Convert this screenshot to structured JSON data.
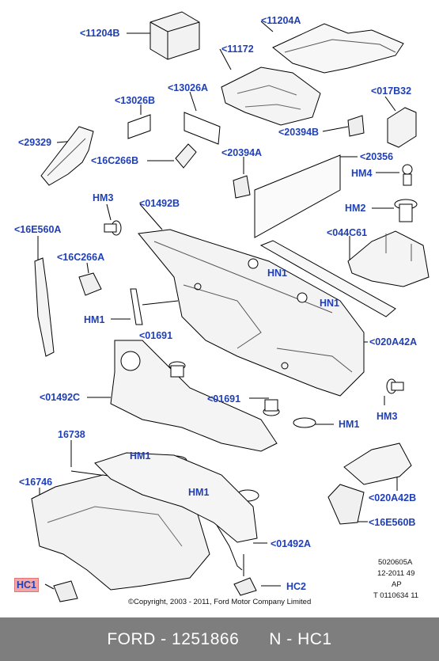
{
  "callouts": [
    {
      "key": "p11204b_a",
      "text": "<11204B"
    },
    {
      "key": "p11204a",
      "text": "<11204A"
    },
    {
      "key": "p11172",
      "text": "<11172"
    },
    {
      "key": "p13026a",
      "text": "<13026A"
    },
    {
      "key": "p13026b",
      "text": "<13026B"
    },
    {
      "key": "p017b32",
      "text": "<017B32"
    },
    {
      "key": "p20394b",
      "text": "<20394B"
    },
    {
      "key": "p29329",
      "text": "<29329"
    },
    {
      "key": "p16c266b",
      "text": "<16C266B"
    },
    {
      "key": "p20394a",
      "text": "<20394A"
    },
    {
      "key": "p20356",
      "text": "<20356"
    },
    {
      "key": "hm4",
      "text": "HM4"
    },
    {
      "key": "hm3_top",
      "text": "HM3"
    },
    {
      "key": "p01492b",
      "text": "<01492B"
    },
    {
      "key": "hm2",
      "text": "HM2"
    },
    {
      "key": "p16e560a",
      "text": "<16E560A"
    },
    {
      "key": "p044c61",
      "text": "<044C61"
    },
    {
      "key": "p16c266a",
      "text": "<16C266A"
    },
    {
      "key": "hn1_a",
      "text": "HN1"
    },
    {
      "key": "hn1_b",
      "text": "HN1"
    },
    {
      "key": "hm1_left",
      "text": "HM1"
    },
    {
      "key": "p01691_a",
      "text": "<01691"
    },
    {
      "key": "p020a42a",
      "text": "<020A42A"
    },
    {
      "key": "p01492c",
      "text": "<01492C"
    },
    {
      "key": "p01691_b",
      "text": "<01691"
    },
    {
      "key": "hm3_right",
      "text": "HM3"
    },
    {
      "key": "hm1_right",
      "text": "HM1"
    },
    {
      "key": "p16738",
      "text": "16738"
    },
    {
      "key": "p16746",
      "text": "<16746"
    },
    {
      "key": "hm1_mid",
      "text": "HM1"
    },
    {
      "key": "hm1_low",
      "text": "HM1"
    },
    {
      "key": "p020a42b",
      "text": "<020A42B"
    },
    {
      "key": "p16e560b",
      "text": "<16E560B"
    },
    {
      "key": "p01492a",
      "text": "<01492A"
    },
    {
      "key": "hc1",
      "text": "HC1"
    },
    {
      "key": "hc2",
      "text": "HC2"
    }
  ],
  "meta": {
    "line1": "5020605A",
    "line2": "12-2011 49",
    "line3": "AP",
    "line4": "T 0110634 11"
  },
  "copyright": "©Copyright, 2003 - 2011, Ford Motor Company Limited",
  "footer": {
    "text": "FORD - 1251866      N - HC1",
    "bg": "#7e7e7e"
  },
  "colors": {
    "label": "#1f3fb6",
    "highlight": "#f2a6a6"
  }
}
